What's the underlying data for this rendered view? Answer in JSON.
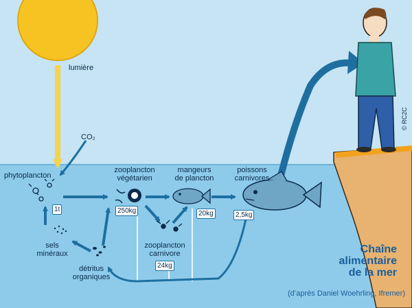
{
  "labels": {
    "light": "lumière",
    "co2": "CO₂",
    "phytoplankton": "phytoplancton",
    "herbivorous_zooplankton_line1": "zooplancton",
    "herbivorous_zooplankton_line2": "végétarien",
    "plankton_eaters_line1": "mangeurs",
    "plankton_eaters_line2": "de plancton",
    "carnivorous_fish_line1": "poissons",
    "carnivorous_fish_line2": "carnivores",
    "carnivorous_zooplankton_line1": "zooplancton",
    "carnivorous_zooplankton_line2": "carnivore",
    "mineral_salts_line1": "sels",
    "mineral_salts_line2": "minéraux",
    "organic_detritus_line1": "détritus",
    "organic_detritus_line2": "organiques"
  },
  "masses": {
    "phytoplankton": "1t",
    "herbivorous_zooplankton": "250kg",
    "plankton_eaters": "20kg",
    "carnivorous_zooplankton": "24kg",
    "carnivorous_fish": "2,5kg"
  },
  "title": {
    "line1": "Chaîne",
    "line2": "alimentaire",
    "line3": "de la mer"
  },
  "credit": "(d’après Daniel Woehrling, Ifremer)",
  "copyright": "© RC2C",
  "colors": {
    "sky": "#c6e4f3",
    "water": "#8ecbea",
    "sun": "#f6c323",
    "sun_ray": "#f7d24a",
    "arrow": "#1e6fa0",
    "cliff": "#e8b270",
    "shirt": "#3aa3a6",
    "jeans": "#2e5fa8",
    "title": "#1a5e9a"
  }
}
